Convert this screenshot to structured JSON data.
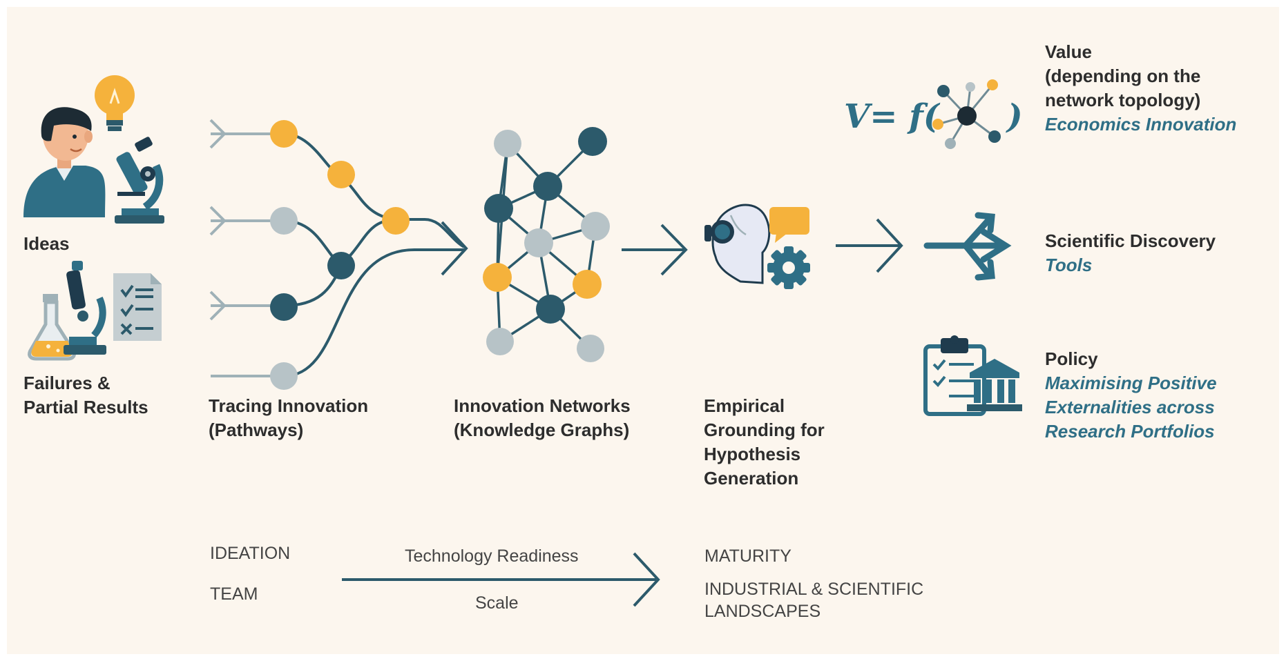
{
  "left": {
    "ideas_label": "Ideas",
    "failures_label_line1": "Failures &",
    "failures_label_line2": "Partial Results"
  },
  "stages": {
    "pathways_line1": "Tracing Innovation",
    "pathways_line2": "(Pathways)",
    "networks_line1": "Innovation Networks",
    "networks_line2": "(Knowledge Graphs)",
    "grounding_line1": "Empirical",
    "grounding_line2": "Grounding for",
    "grounding_line3": "Hypothesis",
    "grounding_line4": "Generation"
  },
  "outcomes": {
    "value_line1": "Value",
    "value_line2": "(depending on the",
    "value_line3": "network topology)",
    "value_sub": "Economics Innovation",
    "formula_prefix": "V= f(",
    "formula_suffix": ")",
    "discovery_title": "Scientific Discovery",
    "discovery_sub": "Tools",
    "policy_title": "Policy",
    "policy_sub_line1": "Maximising Positive",
    "policy_sub_line2": "Externalities across",
    "policy_sub_line3": "Research Portfolios"
  },
  "bottom": {
    "ideation": "IDEATION",
    "team": "TEAM",
    "readiness": "Technology Readiness",
    "scale": "Scale",
    "maturity": "MATURITY",
    "landscapes_line1": "INDUSTRIAL & SCIENTIFIC",
    "landscapes_line2": "LANDSCAPES"
  },
  "colors": {
    "teal": "#2f6f86",
    "dark_teal": "#2c5a6b",
    "orange": "#f5b23c",
    "grey_node": "#b7c3c7",
    "navy": "#1f3b4d",
    "background": "#fcf6ee",
    "text": "#2d2d2d"
  }
}
